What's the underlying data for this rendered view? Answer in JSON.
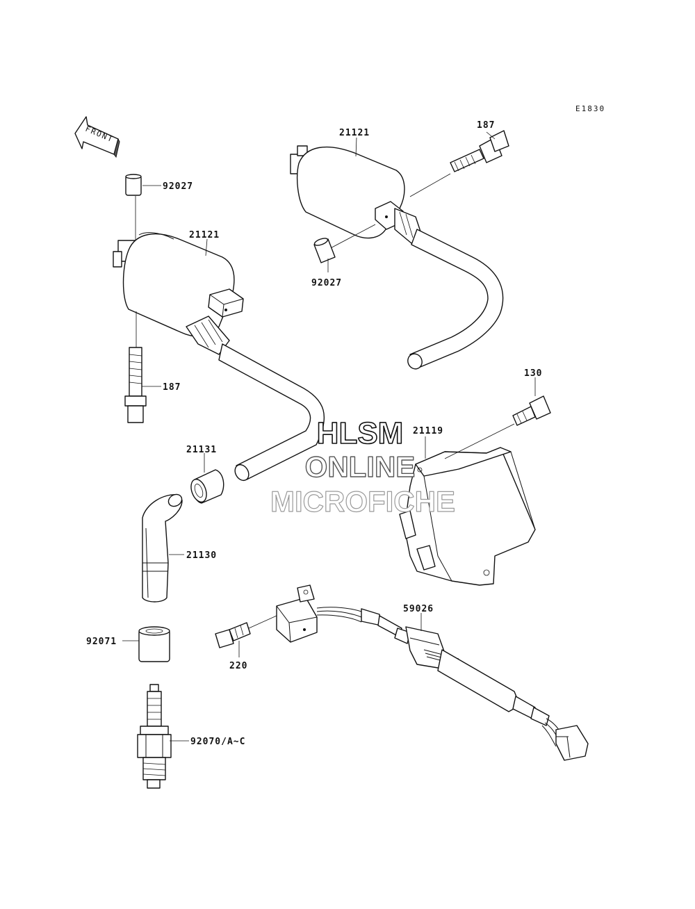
{
  "diagram_code": "E1830",
  "front_arrow": {
    "label": "FRONT",
    "icon": "front-arrow-icon"
  },
  "watermark": {
    "line1": "HLSM",
    "line2": "ONLINE",
    "line3": "MICROFICHE"
  },
  "callouts": {
    "p92027_left": "92027",
    "p21121_left": "21121",
    "p187_left": "187",
    "p21121_top": "21121",
    "p187_top": "187",
    "p92027_top": "92027",
    "p130": "130",
    "p21119": "21119",
    "p21131": "21131",
    "p21130": "21130",
    "p92071": "92071",
    "p92070": "92070/A~C",
    "p59026": "59026",
    "p220": "220"
  }
}
